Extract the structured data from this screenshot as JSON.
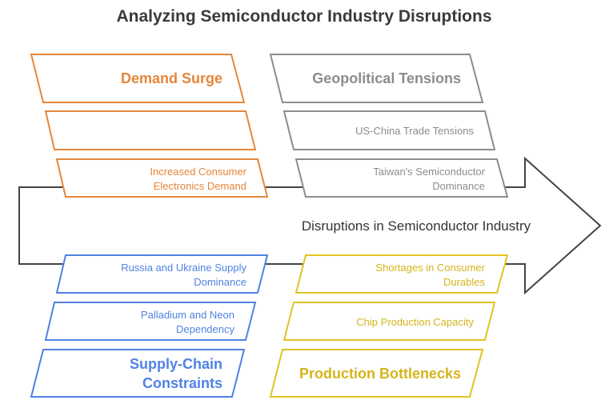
{
  "title": "Analyzing Semiconductor Industry Disruptions",
  "spine_label": "Disruptions in Semiconductor Industry",
  "colors": {
    "orange": "#e5863a",
    "gray": "#8c8c8c",
    "blue": "#4f82e3",
    "yellow": "#e2c324",
    "spine": "#444444",
    "title": "#3a3a3a"
  },
  "demand": {
    "heading": "Demand Surge",
    "empty": "",
    "item1_line1": "Increased Consumer",
    "item1_line2": "Electronics Demand"
  },
  "geo": {
    "heading": "Geopolitical Tensions",
    "item1": "US-China Trade Tensions",
    "item2_line1": "Taiwan's Semiconductor",
    "item2_line2": "Dominance"
  },
  "supply": {
    "item1_line1": "Russia and Ukraine Supply",
    "item1_line2": "Dominance",
    "item2_line1": "Palladium and Neon",
    "item2_line2": "Dependency",
    "heading_line1": "Supply-Chain",
    "heading_line2": "Constraints"
  },
  "production": {
    "item1_line1": "Shortages in Consumer",
    "item1_line2": "Durables",
    "item2": "Chip Production Capacity",
    "heading": "Production Bottlenecks"
  }
}
